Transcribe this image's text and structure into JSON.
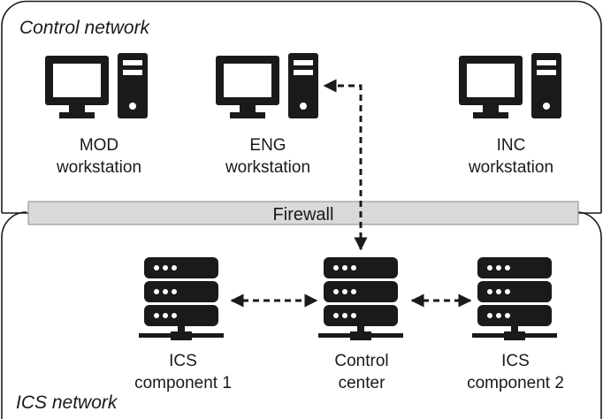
{
  "zones": {
    "control": "Control network",
    "ics": "ICS network"
  },
  "firewall": {
    "label": "Firewall"
  },
  "workstations": [
    {
      "line1": "MOD",
      "line2": "workstation",
      "icon": "computer-icon"
    },
    {
      "line1": "ENG",
      "line2": "workstation",
      "icon": "computer-icon"
    },
    {
      "line1": "INC",
      "line2": "workstation",
      "icon": "computer-icon"
    }
  ],
  "servers": [
    {
      "line1": "ICS",
      "line2": "component 1",
      "icon": "server-icon"
    },
    {
      "line1": "Control",
      "line2": "center",
      "icon": "server-icon"
    },
    {
      "line1": "ICS",
      "line2": "component 2",
      "icon": "server-icon"
    }
  ],
  "colors": {
    "icon": "#1a1a1a",
    "firewall_fill": "#d9d9d9",
    "zone_border": "#1a1a1a"
  }
}
